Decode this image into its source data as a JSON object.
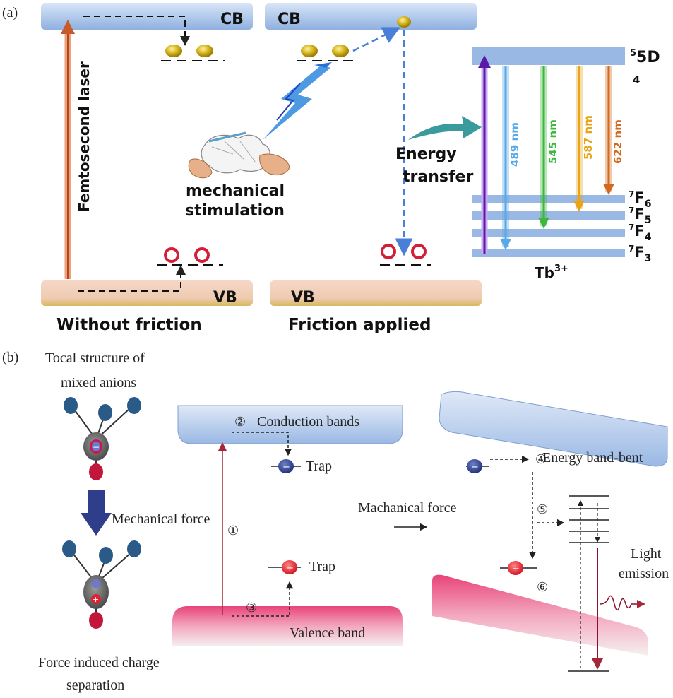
{
  "panel_a": {
    "label": "(a)",
    "cb_label_left": "CB",
    "cb_label_right": "CB",
    "vb_label_left": "VB",
    "vb_label_right": "VB",
    "laser_label": "Femtosecond laser",
    "mechanical_label_line1": "mechanical",
    "mechanical_label_line2": "stimulation",
    "energy_transfer_line1": "Energy",
    "energy_transfer_line2": "transfer",
    "caption_left": "Without friction",
    "caption_right": "Friction applied",
    "level_5d": "5D",
    "level_5d_sub": "4",
    "level_7f6": "7F6",
    "level_7f5": "7F5",
    "level_7f4": "7F4",
    "level_7f3": "7F3",
    "ion_label": "Tb3+",
    "emissions": [
      {
        "label": "489 nm",
        "color": "#5aa9e6"
      },
      {
        "label": "545 nm",
        "color": "#3cb83c"
      },
      {
        "label": "587 nm",
        "color": "#e8a317"
      },
      {
        "label": "622 nm",
        "color": "#d2691e"
      }
    ]
  },
  "panel_b": {
    "label": "(b)",
    "local_structure_line1": "Tocal structure of",
    "local_structure_line2": "mixed anions",
    "mech_force_left": "Mechanical force",
    "force_induced_line1": "Force induced charge",
    "force_induced_line2": "separation",
    "step1": "①",
    "step2": "②",
    "step3": "③",
    "step4": "④",
    "step5": "⑤",
    "step6": "⑥",
    "conduction_bands": "Conduction bands",
    "valence_band": "Valence band",
    "trap_upper": "Trap",
    "trap_lower": "Trap",
    "mech_force_middle": "Machanical force",
    "band_bent": "Energy band-bent",
    "light_line1": "Light",
    "light_line2": "emission",
    "minus_sign": "−",
    "plus_sign": "+"
  }
}
